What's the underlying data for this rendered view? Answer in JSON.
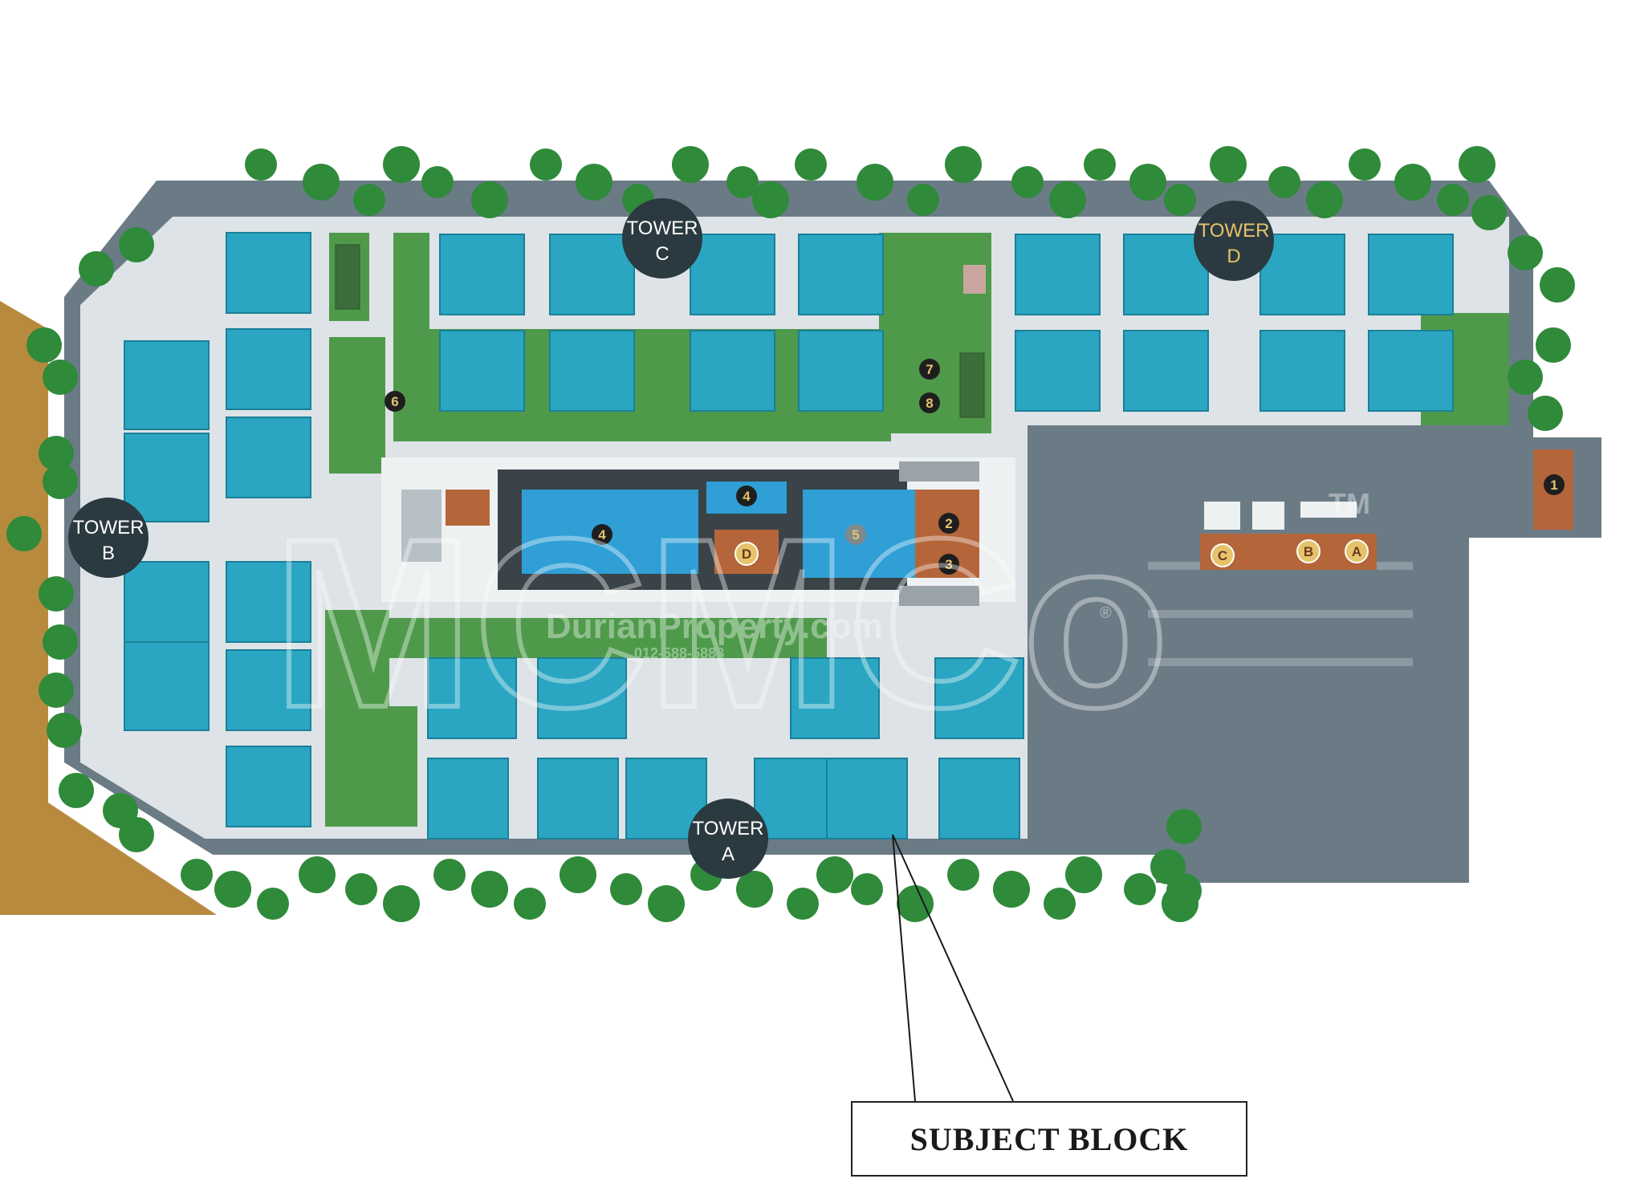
{
  "colors": {
    "background": "#ffffff",
    "soil": "#b88a3e",
    "road": "#6b7b86",
    "podium": "#dde3e6",
    "grass": "#4e9a4a",
    "tree": "#2f8a3a",
    "unit": "#2aa6c2",
    "unit_dark": "#1b7f98",
    "pool": "#2f9fd6",
    "deck": "#b5653a",
    "tower_label": "#2b3a40",
    "callout": "#1a1a1a"
  },
  "towers": [
    {
      "id": "A",
      "name": "TOWER",
      "letter": "A"
    },
    {
      "id": "B",
      "name": "TOWER",
      "letter": "B"
    },
    {
      "id": "C",
      "name": "TOWER",
      "letter": "C"
    },
    {
      "id": "D",
      "name": "TOWER",
      "letter": "D"
    }
  ],
  "facility_markers": [
    "1",
    "2",
    "3",
    "4",
    "4",
    "4",
    "5",
    "6",
    "7",
    "8"
  ],
  "parking_markers": [
    "A",
    "B",
    "C",
    "D"
  ],
  "watermark": {
    "brand": "DurianProperty.com",
    "registered": "®",
    "phone": "012-588-5888",
    "logo_letters": "MCMCo",
    "trademark": "TM"
  },
  "legend": {
    "label": "SUBJECT BLOCK"
  }
}
